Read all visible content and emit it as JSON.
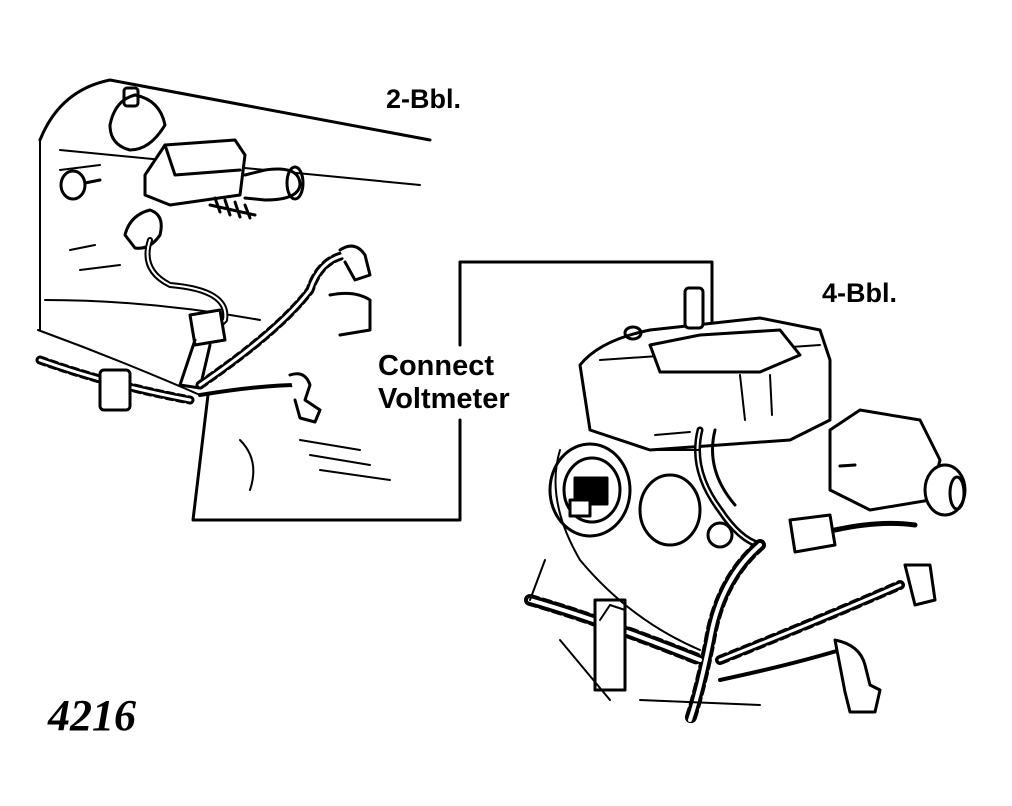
{
  "labels": {
    "two_barrel": "2-Bbl.",
    "four_barrel": "4-Bbl.",
    "connect_line1": "Connect",
    "connect_line2": "Voltmeter"
  },
  "figure_number": "4216",
  "colors": {
    "ink": "#000000",
    "paper": "#ffffff"
  }
}
